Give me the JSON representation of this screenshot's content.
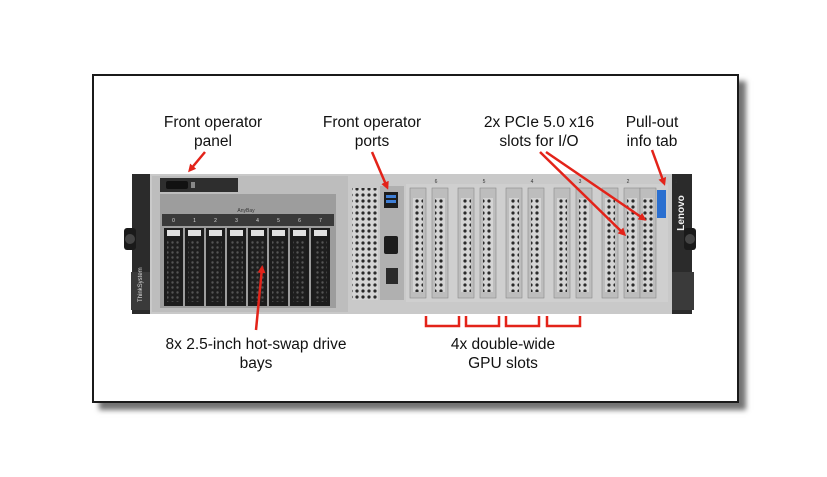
{
  "callouts": {
    "operator_panel": "Front operator\npanel",
    "operator_ports": "Front operator\nports",
    "pcie_slots": "2x PCIe 5.0 x16\nslots for I/O",
    "info_tab": "Pull-out\ninfo tab",
    "drive_bays": "8x 2.5-inch hot-swap drive\nbays",
    "gpu_slots": "4x double-wide\nGPU slots"
  },
  "server_marks": {
    "brand": "Lenovo",
    "left_ear_text": "ThinkSystem",
    "bay_numbers": [
      "0",
      "1",
      "2",
      "3",
      "4",
      "5",
      "6",
      "7"
    ],
    "slot_numbers": [
      "6",
      "5",
      "4",
      "3",
      "2",
      "1"
    ],
    "cage_label": "AnyBay"
  },
  "colors": {
    "annotation_red": "#e32319",
    "chassis_silver": "#c9c9c9",
    "rack_ear": "#2b2b2b",
    "frame_border": "#1a1a1a"
  }
}
